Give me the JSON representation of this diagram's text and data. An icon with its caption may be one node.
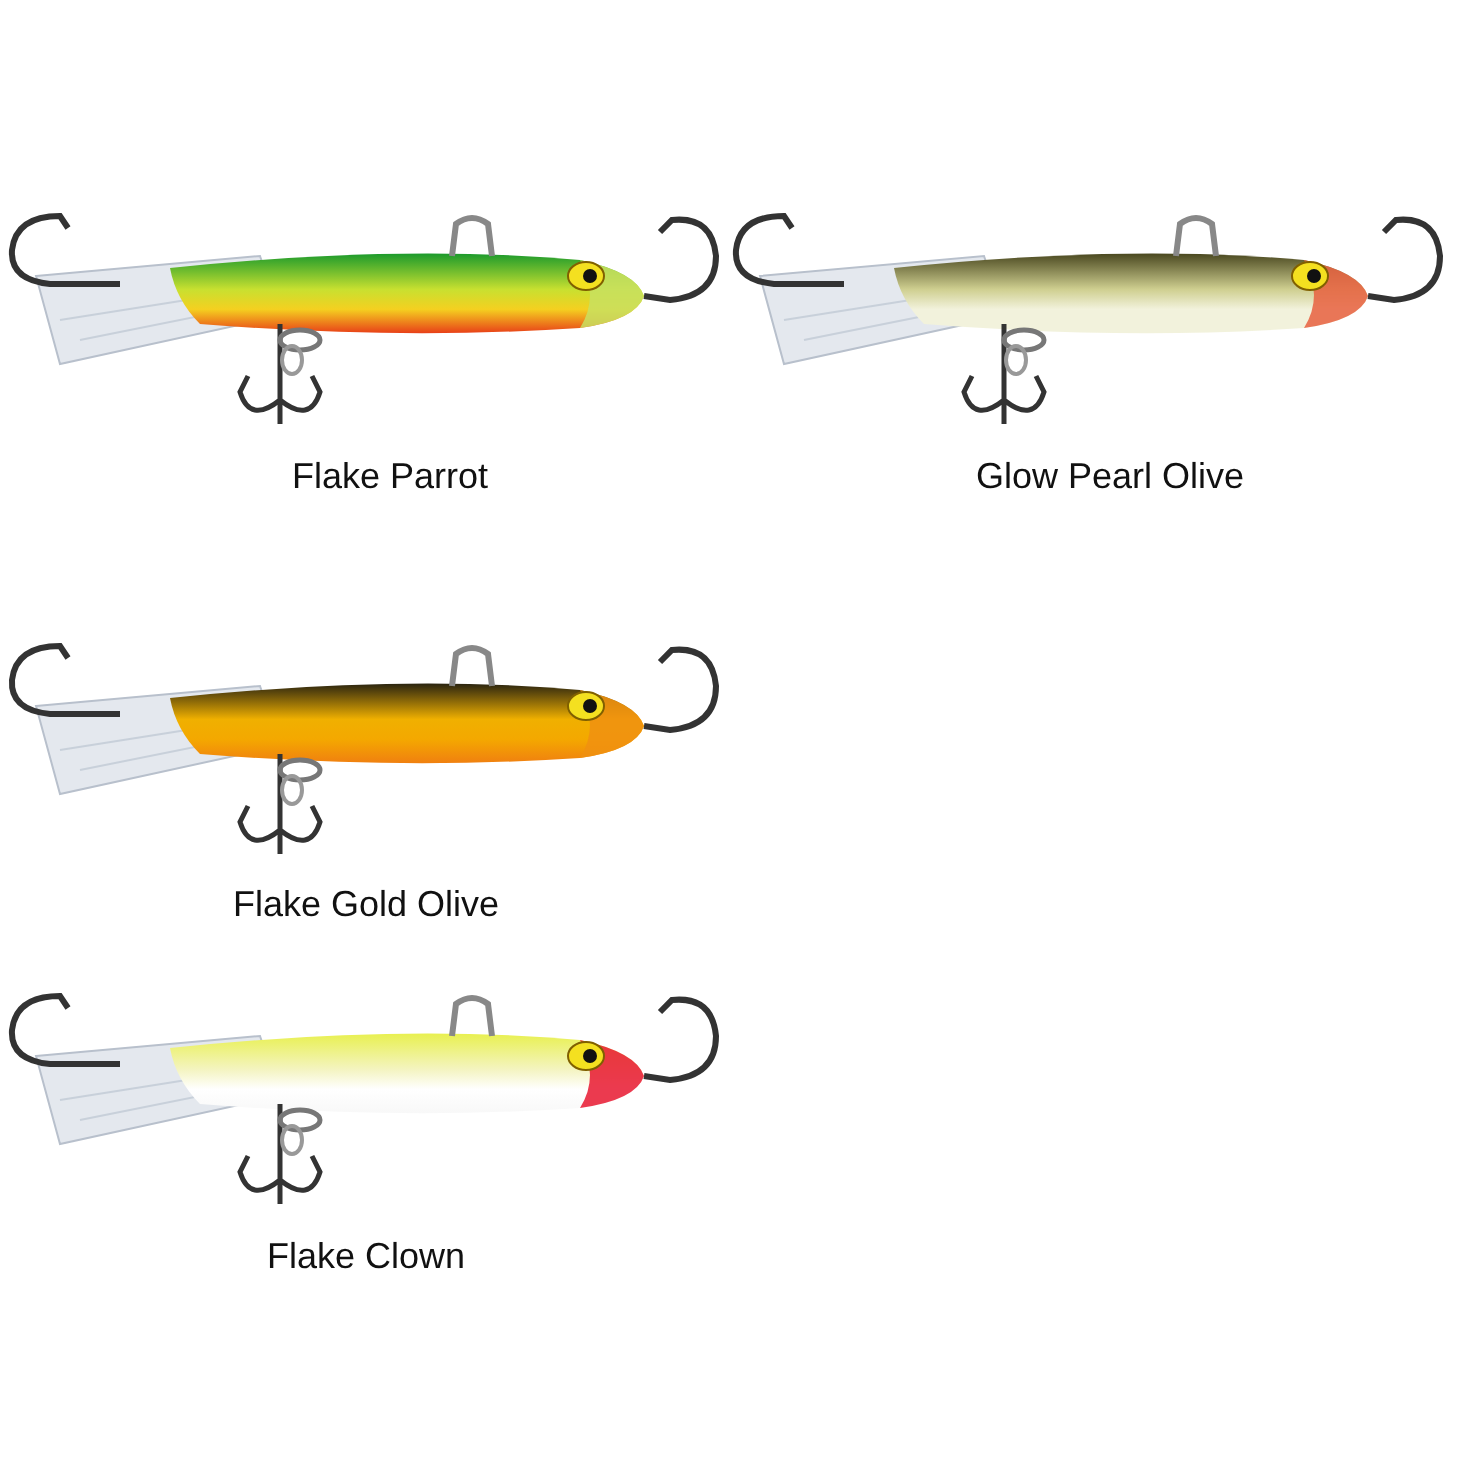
{
  "diagram": {
    "labels": [
      "Flake Parrot",
      "Glow Pearl Olive",
      "Flake Gold Olive",
      "Flake Clown"
    ]
  }
}
